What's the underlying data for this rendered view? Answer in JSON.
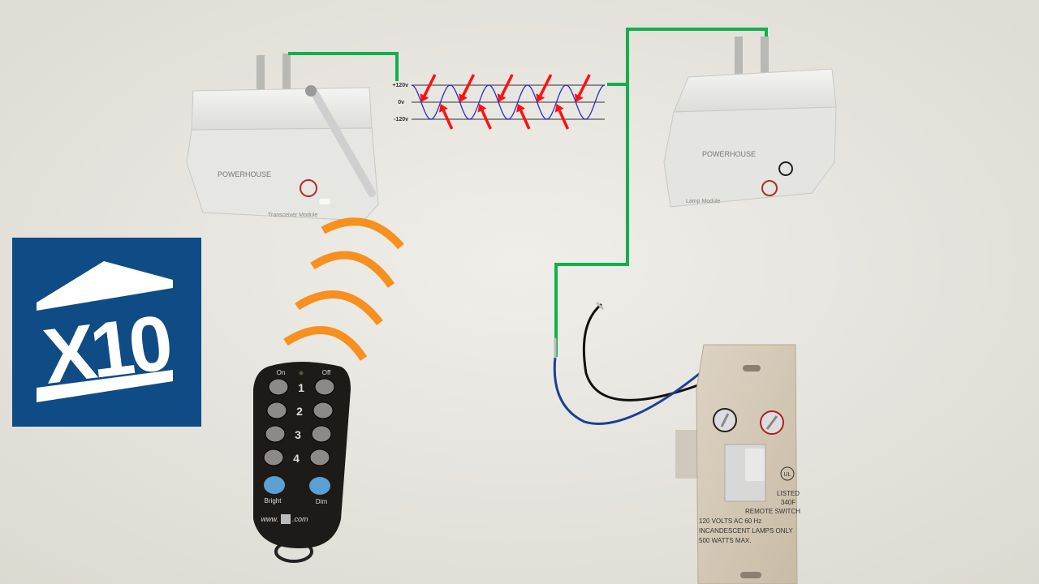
{
  "logo": {
    "text": "X10",
    "color": "#0f4c85"
  },
  "waveform": {
    "labels": {
      "top": "+120v",
      "mid": "0v",
      "bottom": "-120v"
    },
    "wave_color": "#2b2bd0",
    "arrow_color": "#ff1010",
    "cycles": 5
  },
  "wiring": {
    "color": "#12b04a"
  },
  "signal_arcs": {
    "color": "#f7901e",
    "count": 4
  },
  "transceiver_module": {
    "brand": "POWERHOUSE",
    "name": "Transceiver Module"
  },
  "lamp_module": {
    "brand": "POWERHOUSE",
    "name": "Lamp Module"
  },
  "remote": {
    "on_label": "On",
    "off_label": "Off",
    "rows": [
      "1",
      "2",
      "3",
      "4"
    ],
    "bright_label": "Bright",
    "dim_label": "Dim",
    "url_prefix": "www.",
    "url_suffix": ".com"
  },
  "wall_switch": {
    "ul_mark": "UL",
    "listed": "LISTED",
    "code": "340F",
    "type": "REMOTE SWITCH",
    "line1": "120 VOLTS  AC  60 Hz",
    "line2": "INCANDESCENT LAMPS ONLY",
    "line3": "500  WATTS  MAX."
  }
}
